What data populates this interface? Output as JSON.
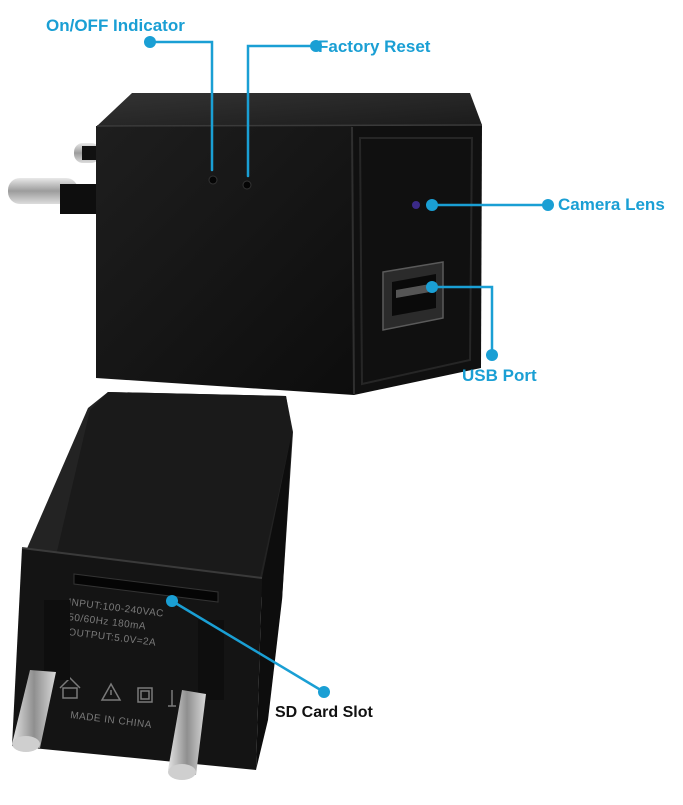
{
  "colors": {
    "callout": "#1a9fd4",
    "sd_label": "#111111",
    "device_body": "#151515",
    "device_top": "#262626",
    "prong": "#bdbdbd",
    "print": "#7a7a7a"
  },
  "callouts": {
    "on_off_indicator": "On/OFF Indicator",
    "factory_reset": "Factory Reset",
    "camera_lens": "Camera Lens",
    "usb_port": "USB Port",
    "sd_card_slot": "SD Card Slot"
  },
  "device_print": {
    "line1": "INPUT:100-240VAC",
    "line2": "50/60Hz 180mA",
    "line3": "OUTPUT:5.0V=2A",
    "line4": "MADE IN CHINA"
  },
  "icons": [
    "house-icon",
    "warning-icon",
    "square-icon",
    "recycle-icon"
  ]
}
